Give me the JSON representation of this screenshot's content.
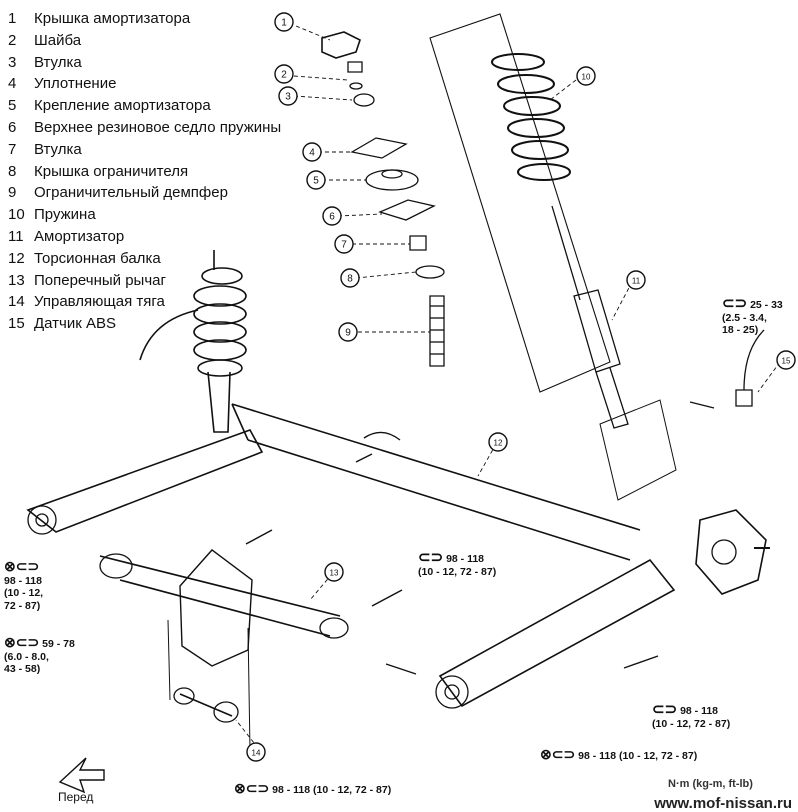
{
  "legend": [
    {
      "num": "1",
      "label": "Крышка амортизатора"
    },
    {
      "num": "2",
      "label": "Шайба"
    },
    {
      "num": "3",
      "label": "Втулка"
    },
    {
      "num": "4",
      "label": "Уплотнение"
    },
    {
      "num": "5",
      "label": "Крепление амортизатора"
    },
    {
      "num": "6",
      "label": "Верхнее резиновое седло пружины"
    },
    {
      "num": "7",
      "label": "Втулка"
    },
    {
      "num": "8",
      "label": "Крышка ограничителя"
    },
    {
      "num": "9",
      "label": "Ограничительный демпфер"
    },
    {
      "num": "10",
      "label": "Пружина"
    },
    {
      "num": "11",
      "label": "Амортизатор"
    },
    {
      "num": "12",
      "label": "Торсионная балка"
    },
    {
      "num": "13",
      "label": "Поперечный рычаг"
    },
    {
      "num": "14",
      "label": "Управляющая тяга"
    },
    {
      "num": "15",
      "label": "Датчик ABS"
    }
  ],
  "callouts": [
    "1",
    "2",
    "3",
    "4",
    "5",
    "6",
    "7",
    "8",
    "9",
    "10",
    "11",
    "12",
    "13",
    "14",
    "15"
  ],
  "torques": {
    "t1": "25 - 33\n(2.5 - 3.4,\n18 - 25)",
    "t2": "98 - 118\n(10 - 12, 72 - 87)",
    "t3": "98 - 118\n(10 - 12,\n72 - 87)",
    "t4": "59 - 78\n(6.0 - 8.0,\n43 - 58)",
    "t5": "98 - 118\n(10 - 12, 72 - 87)",
    "t6": "98 - 118 (10 - 12, 72 - 87)",
    "t7": "98 - 118 (10 - 12, 72 - 87)"
  },
  "front_label": "Перед",
  "units_label": "N·m (kg-m, ft-lb)",
  "watermark": "www.mof-nissan.ru"
}
